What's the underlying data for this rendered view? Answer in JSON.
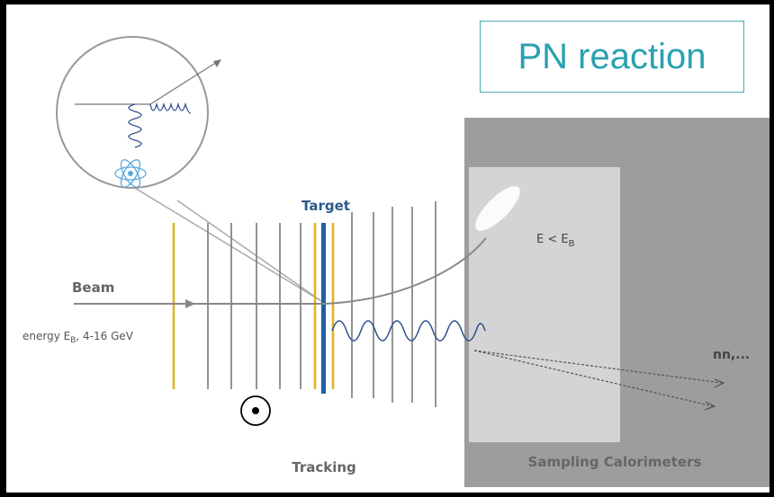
{
  "title": "PN reaction",
  "labels": {
    "target": "Target",
    "beam": "Beam",
    "energy_prefix": "energy E",
    "energy_sub": "B",
    "energy_suffix": ", 4-16 GeV",
    "energy_threshold_prefix": "E < E",
    "energy_threshold_sub": "B",
    "products": "nn,...",
    "tracking": "Tracking",
    "calorimeters": "Sampling Calorimeters"
  },
  "colors": {
    "title": "#2aa0b0",
    "title_border": "#4aa8b5",
    "target_blue": "#1f5fa8",
    "tracker_gold": "#e0b31e",
    "tracker_gray": "#7a7a7a",
    "photon_blue": "#2c4f8f",
    "atom_blue": "#5aa9d6",
    "calorimeter_dark": "#9d9d9d",
    "calorimeter_light": "#d4d4d4",
    "label_gray": "#666666",
    "target_label": "#2e5a8a"
  },
  "icons": {
    "atom": "atom-icon",
    "magnetic_field": "out-of-page-field-icon"
  }
}
